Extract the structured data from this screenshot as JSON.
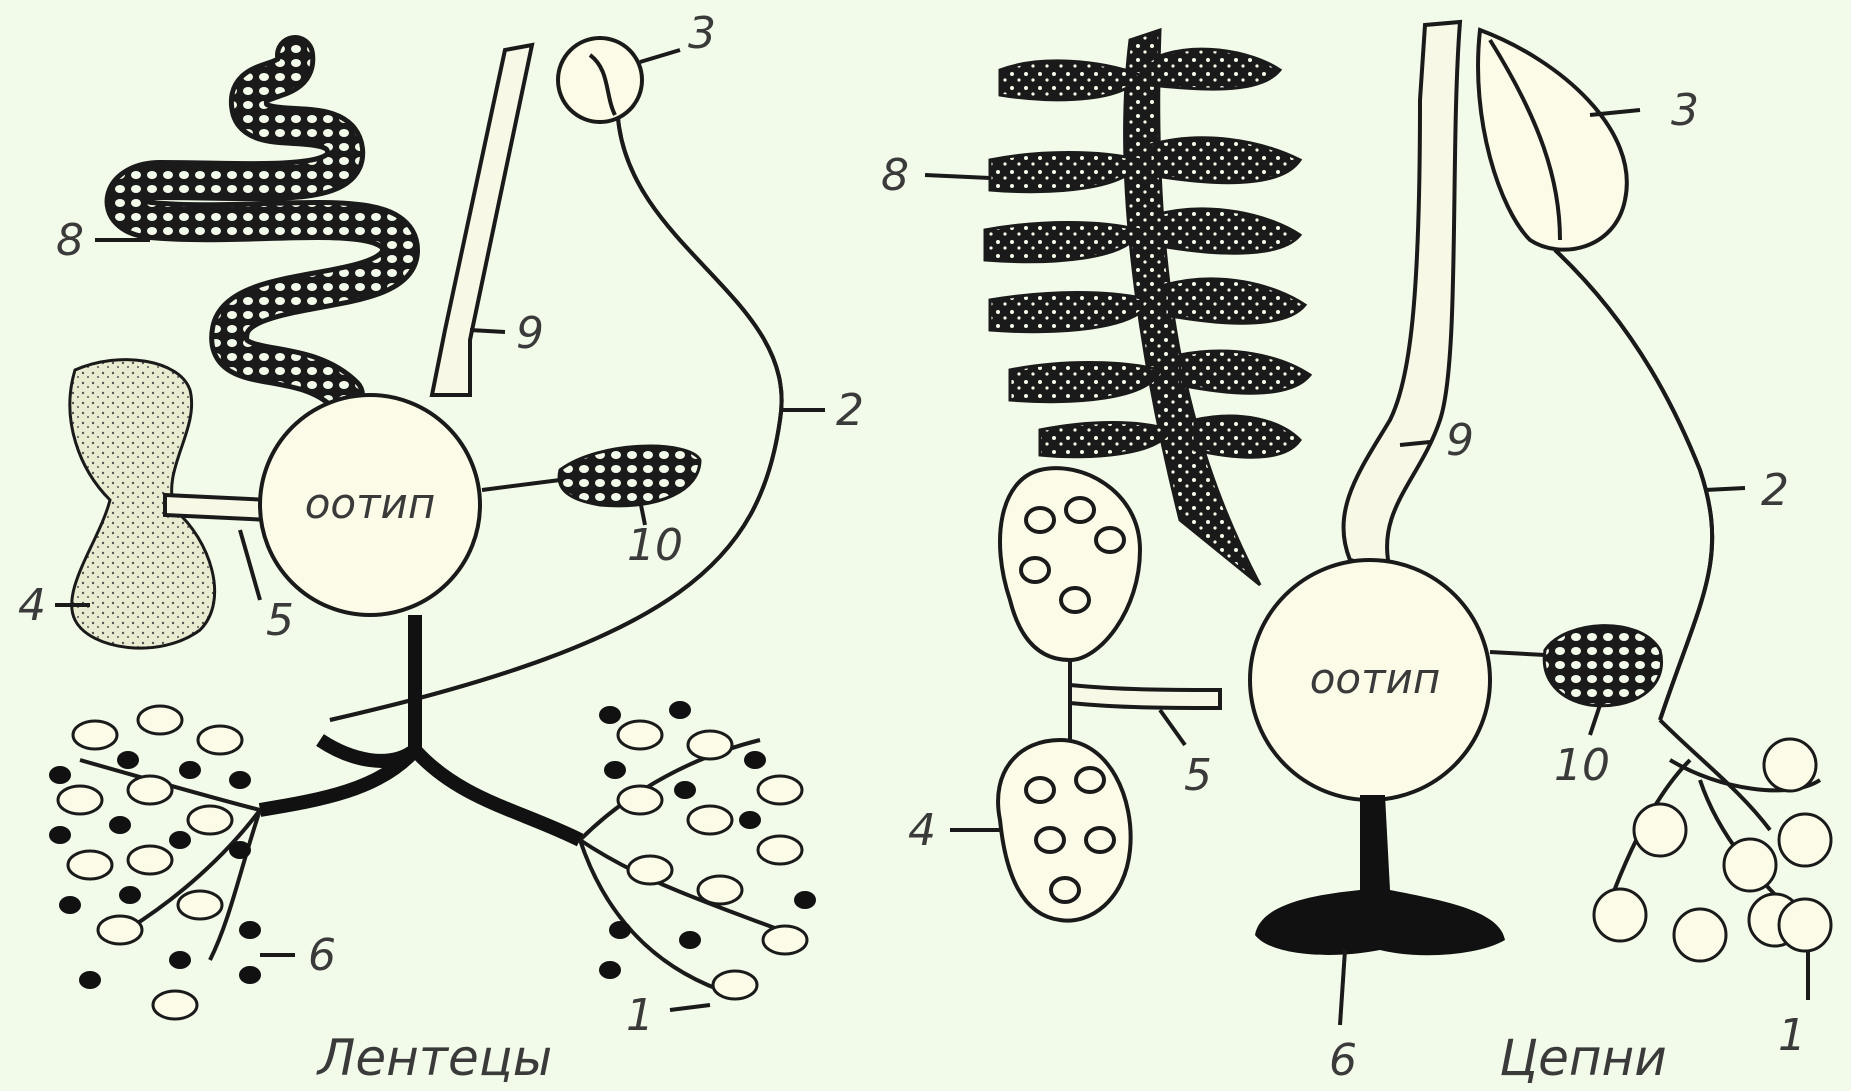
{
  "left_panel": {
    "caption": "Лентецы",
    "ootype_label": "оотип",
    "labels": {
      "l1": "1",
      "l2": "2",
      "l3": "3",
      "l4": "4",
      "l5": "5",
      "l6": "6",
      "l8": "8",
      "l9": "9",
      "l10": "10"
    }
  },
  "right_panel": {
    "caption": "Цепни",
    "ootype_label": "оотип",
    "labels": {
      "l1": "1",
      "l2": "2",
      "l3": "3",
      "l4": "4",
      "l5": "5",
      "l6": "6",
      "l8": "8",
      "l9": "9",
      "l10": "10"
    }
  },
  "colors": {
    "background": "#f2fbe9",
    "ink": "#1a1a1a",
    "organ_fill": "#fbfbe8",
    "text": "#3a3a3a"
  }
}
